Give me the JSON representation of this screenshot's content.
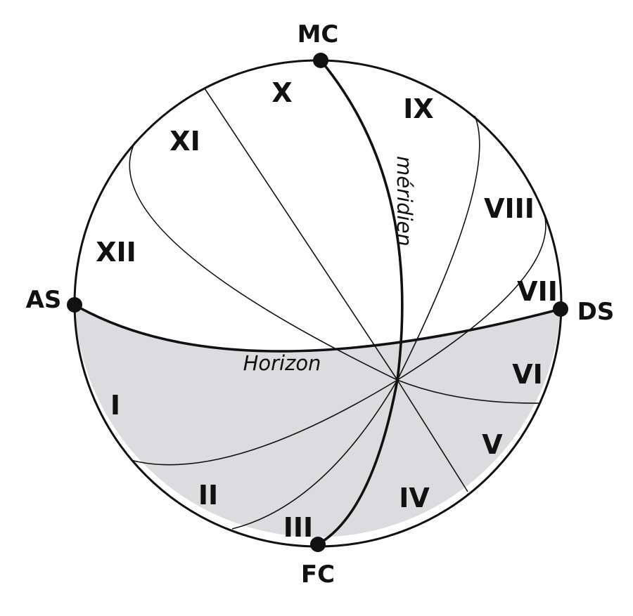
{
  "points": {
    "mc": "MC",
    "fc": "FC",
    "as": "AS",
    "ds": "DS"
  },
  "lines": {
    "meridian": "méridien",
    "horizon": "Horizon"
  },
  "houses": [
    "I",
    "II",
    "III",
    "IV",
    "V",
    "VI",
    "VII",
    "VIII",
    "IX",
    "X",
    "XI",
    "XII"
  ],
  "colors": {
    "below_horizon_fill": "#dcdcde",
    "above_horizon_fill": "#ffffff",
    "stroke": "#111111"
  }
}
